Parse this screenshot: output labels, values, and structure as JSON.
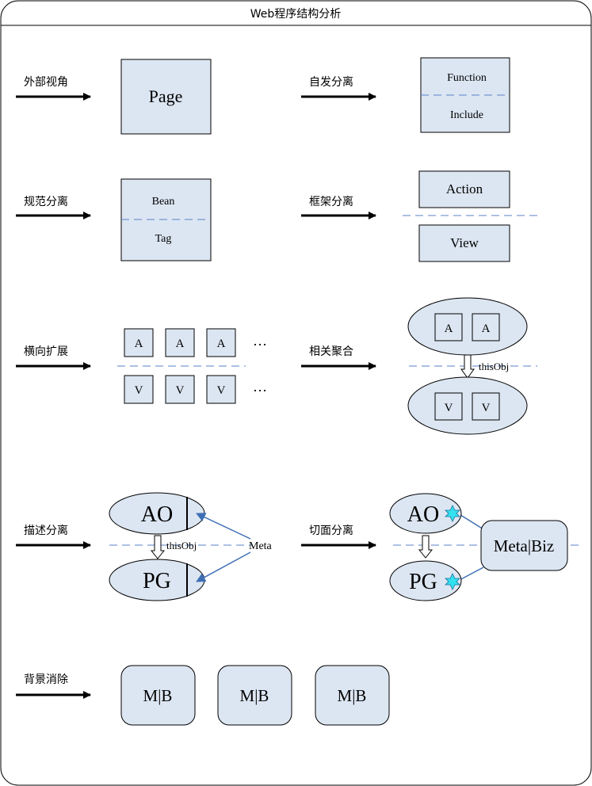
{
  "title": "Web程序结构分析",
  "colors": {
    "box_fill": "#dce6f2",
    "stroke": "#000000",
    "dashed": "#5a82c8",
    "meta_arrow": "#3e6fb5",
    "star": "#33e0f0"
  },
  "rows": {
    "external_view": {
      "label": "外部视角",
      "page_box": "Page"
    },
    "spontaneous_separation": {
      "label": "自发分离",
      "top": "Function",
      "bottom": "Include"
    },
    "standard_separation": {
      "label": "规范分离",
      "top": "Bean",
      "bottom": "Tag"
    },
    "framework_separation": {
      "label": "框架分离",
      "top": "Action",
      "bottom": "View"
    },
    "horizontal_extension": {
      "label": "横向扩展",
      "top_items": [
        "A",
        "A",
        "A"
      ],
      "bottom_items": [
        "V",
        "V",
        "V"
      ],
      "ellipsis": "…"
    },
    "related_aggregation": {
      "label": "相关聚合",
      "top_items": [
        "A",
        "A"
      ],
      "bottom_items": [
        "V",
        "V"
      ],
      "link": "thisObj"
    },
    "description_separation": {
      "label": "描述分离",
      "top": "AO",
      "bottom": "PG",
      "link": "thisObj",
      "meta": "Meta"
    },
    "aspect_separation": {
      "label": "切面分离",
      "top": "AO",
      "bottom": "PG",
      "meta_biz": "Meta|Biz"
    },
    "background_elimination": {
      "label": "背景消除",
      "boxes": [
        "M|B",
        "M|B",
        "M|B"
      ]
    }
  }
}
